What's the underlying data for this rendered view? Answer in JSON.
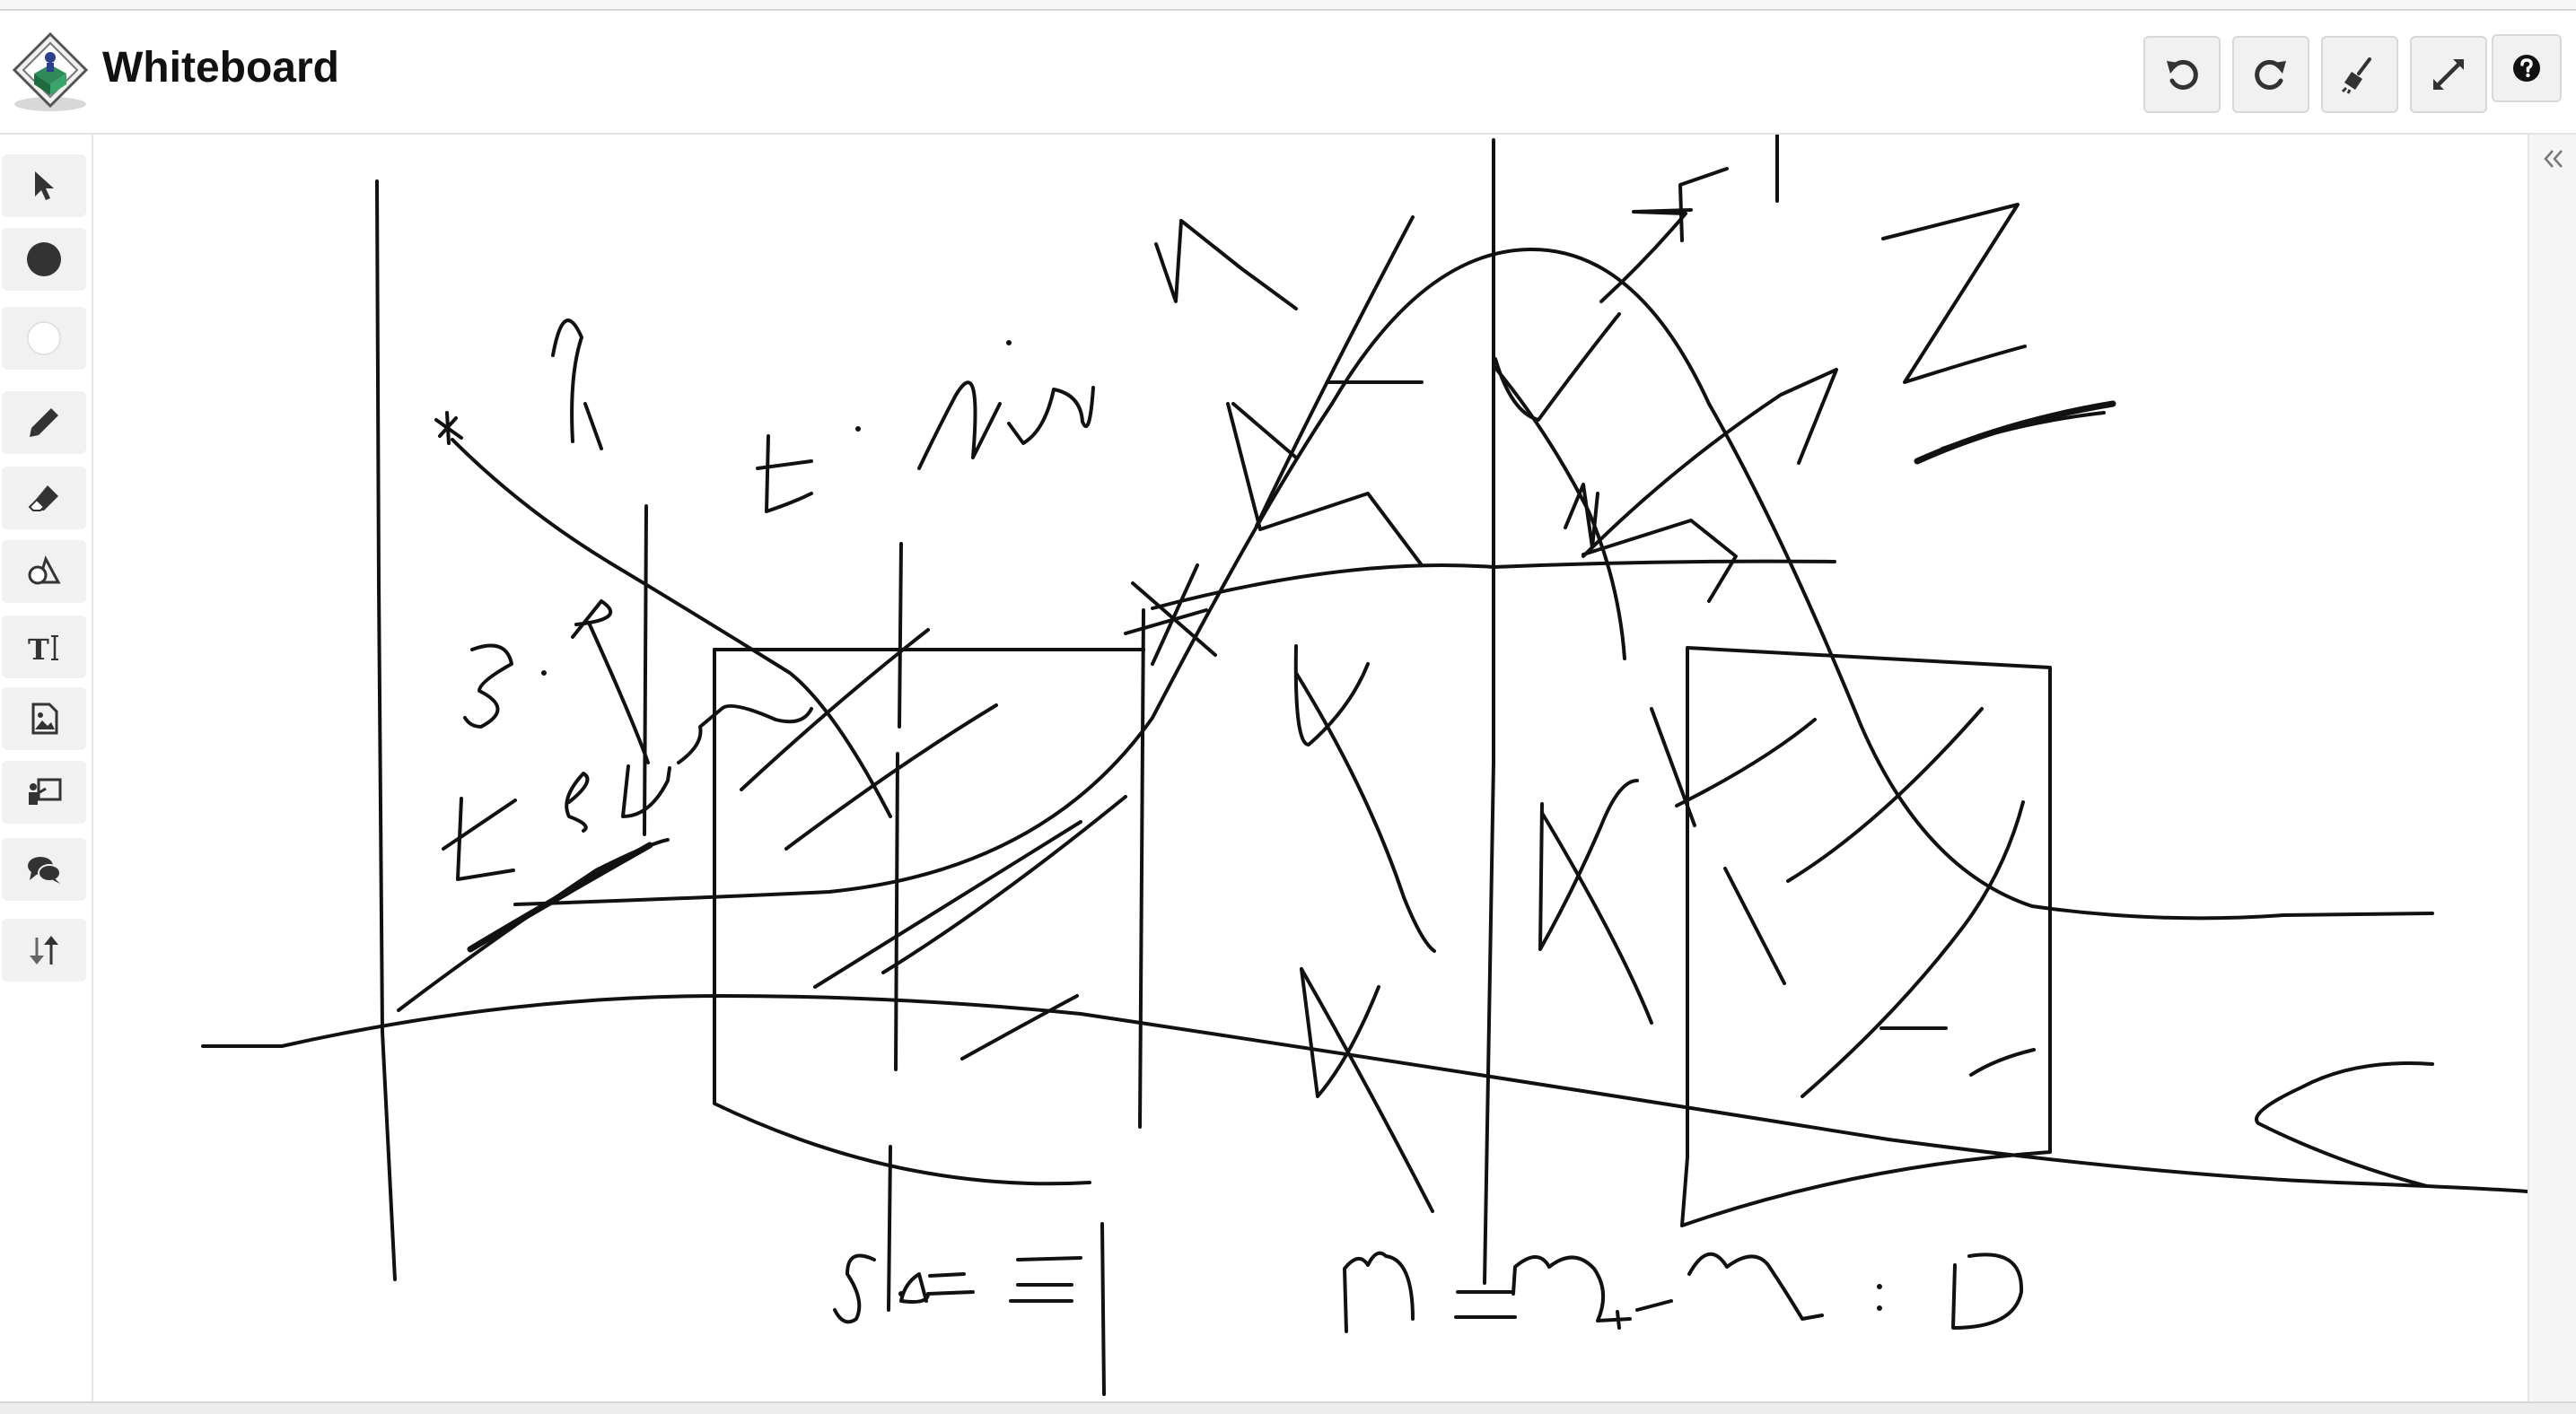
{
  "app": {
    "title": "Whiteboard",
    "logo_icon": "whiteboard-logo-icon"
  },
  "toolbar": {
    "undo_icon": "undo-icon",
    "redo_icon": "redo-icon",
    "clear_icon": "broom-icon",
    "fullscreen_icon": "expand-icon",
    "help_icon": "question-circle-icon"
  },
  "tools": [
    {
      "name": "select",
      "icon": "cursor-arrow-icon"
    },
    {
      "name": "color-black",
      "icon": "black-circle-icon",
      "color": "#333333"
    },
    {
      "name": "color-white",
      "icon": "white-circle-icon",
      "color": "#ffffff"
    },
    {
      "name": "pencil",
      "icon": "pencil-icon"
    },
    {
      "name": "eraser",
      "icon": "eraser-icon"
    },
    {
      "name": "shapes",
      "icon": "shapes-icon"
    },
    {
      "name": "text",
      "icon": "text-cursor-icon"
    },
    {
      "name": "image",
      "icon": "image-icon"
    },
    {
      "name": "slides",
      "icon": "presentation-icon"
    },
    {
      "name": "chat",
      "icon": "chat-bubbles-icon"
    },
    {
      "name": "sort",
      "icon": "arrows-up-down-icon"
    }
  ],
  "panel": {
    "collapse_icon": "double-chevron-left-icon"
  },
  "colors": {
    "ink": "#111111",
    "button_bg": "#f1f1f1",
    "border": "#d8d8d8"
  }
}
